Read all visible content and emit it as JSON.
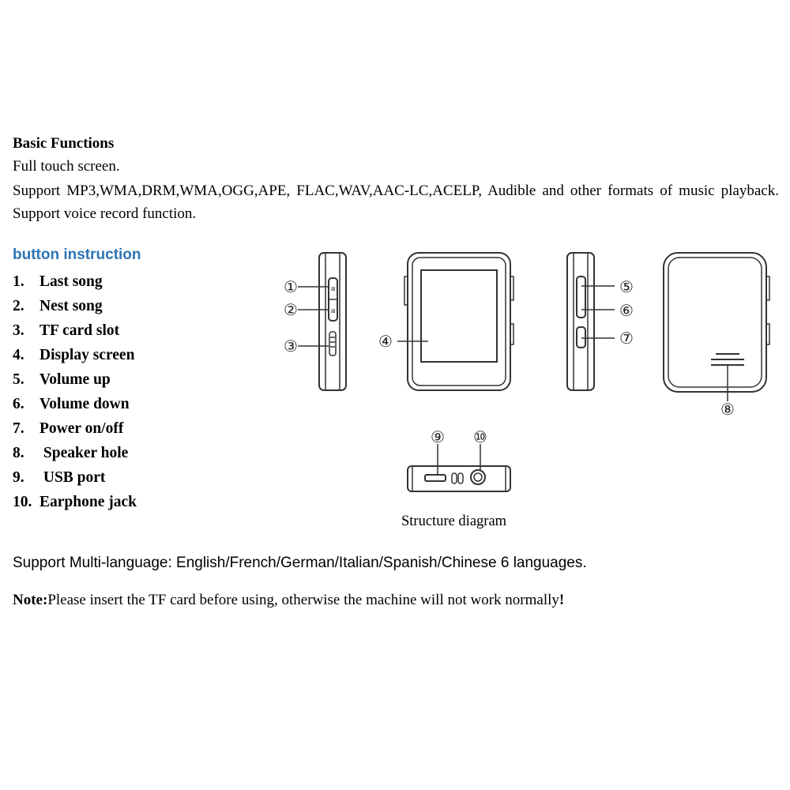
{
  "basic_functions": {
    "title": "Basic Functions",
    "line1": "Full touch screen.",
    "line2": "Support MP3,WMA,DRM,WMA,OGG,APE, FLAC,WAV,AAC-LC,ACELP, Audible and other formats of music playback. Support voice record function."
  },
  "button_instruction": {
    "title": "button instruction",
    "items": [
      {
        "num": "1.",
        "label": "Last song"
      },
      {
        "num": "2.",
        "label": "Nest song"
      },
      {
        "num": "3.",
        "label": "TF card slot"
      },
      {
        "num": "4.",
        "label": "Display screen"
      },
      {
        "num": "5.",
        "label": "Volume up"
      },
      {
        "num": "6.",
        "label": "Volume down"
      },
      {
        "num": "7.",
        "label": "Power on/off"
      },
      {
        "num": "8.",
        "label": " Speaker hole"
      },
      {
        "num": "9.",
        "label": " USB port"
      },
      {
        "num": "10.",
        "label": "Earphone jack"
      }
    ]
  },
  "diagram": {
    "caption": "Structure diagram",
    "callouts": [
      "①",
      "②",
      "③",
      "④",
      "⑤",
      "⑥",
      "⑦",
      "⑧",
      "⑨",
      "⑩"
    ]
  },
  "language_support": "Support Multi-language: English/French/German/Italian/Spanish/Chinese 6 languages.",
  "note": {
    "label": "Note:",
    "text": "Please insert the TF card before using, otherwise the machine will not work normally",
    "end": "!"
  }
}
